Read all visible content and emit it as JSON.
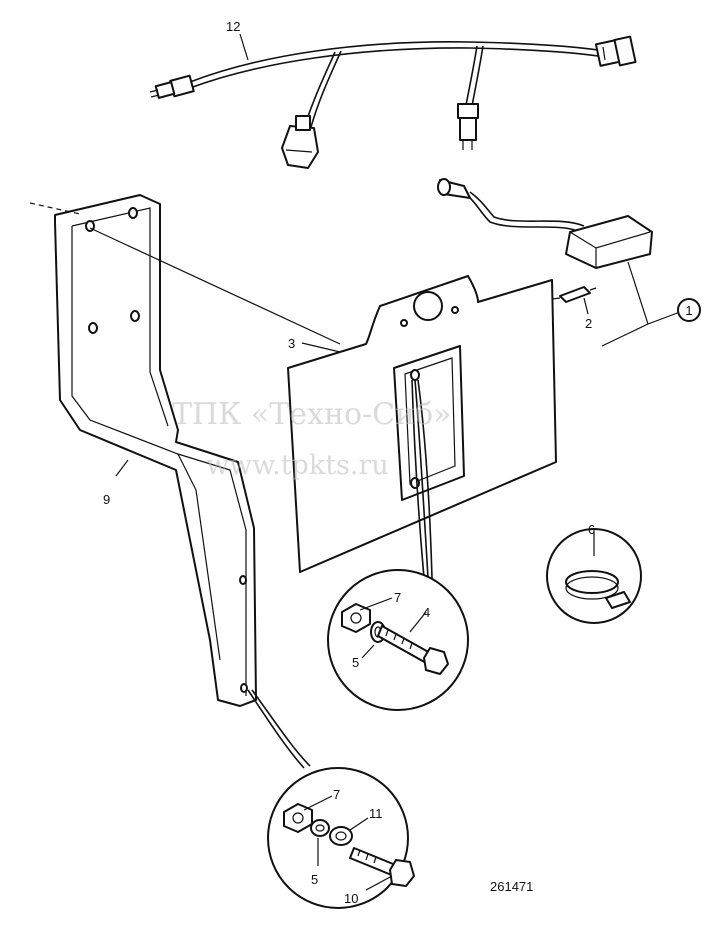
{
  "diagram": {
    "watermark_line1": "ТПК «Техно-Сиб»",
    "watermark_line2": "www.tpkts.ru",
    "figure_number": "261471",
    "callouts": {
      "c1": "1",
      "c2": "2",
      "c3": "3",
      "c4": "4",
      "c5a": "5",
      "c5b": "5",
      "c6": "6",
      "c7a": "7",
      "c7b": "7",
      "c9": "9",
      "c10": "10",
      "c11": "11",
      "c12": "12"
    }
  }
}
